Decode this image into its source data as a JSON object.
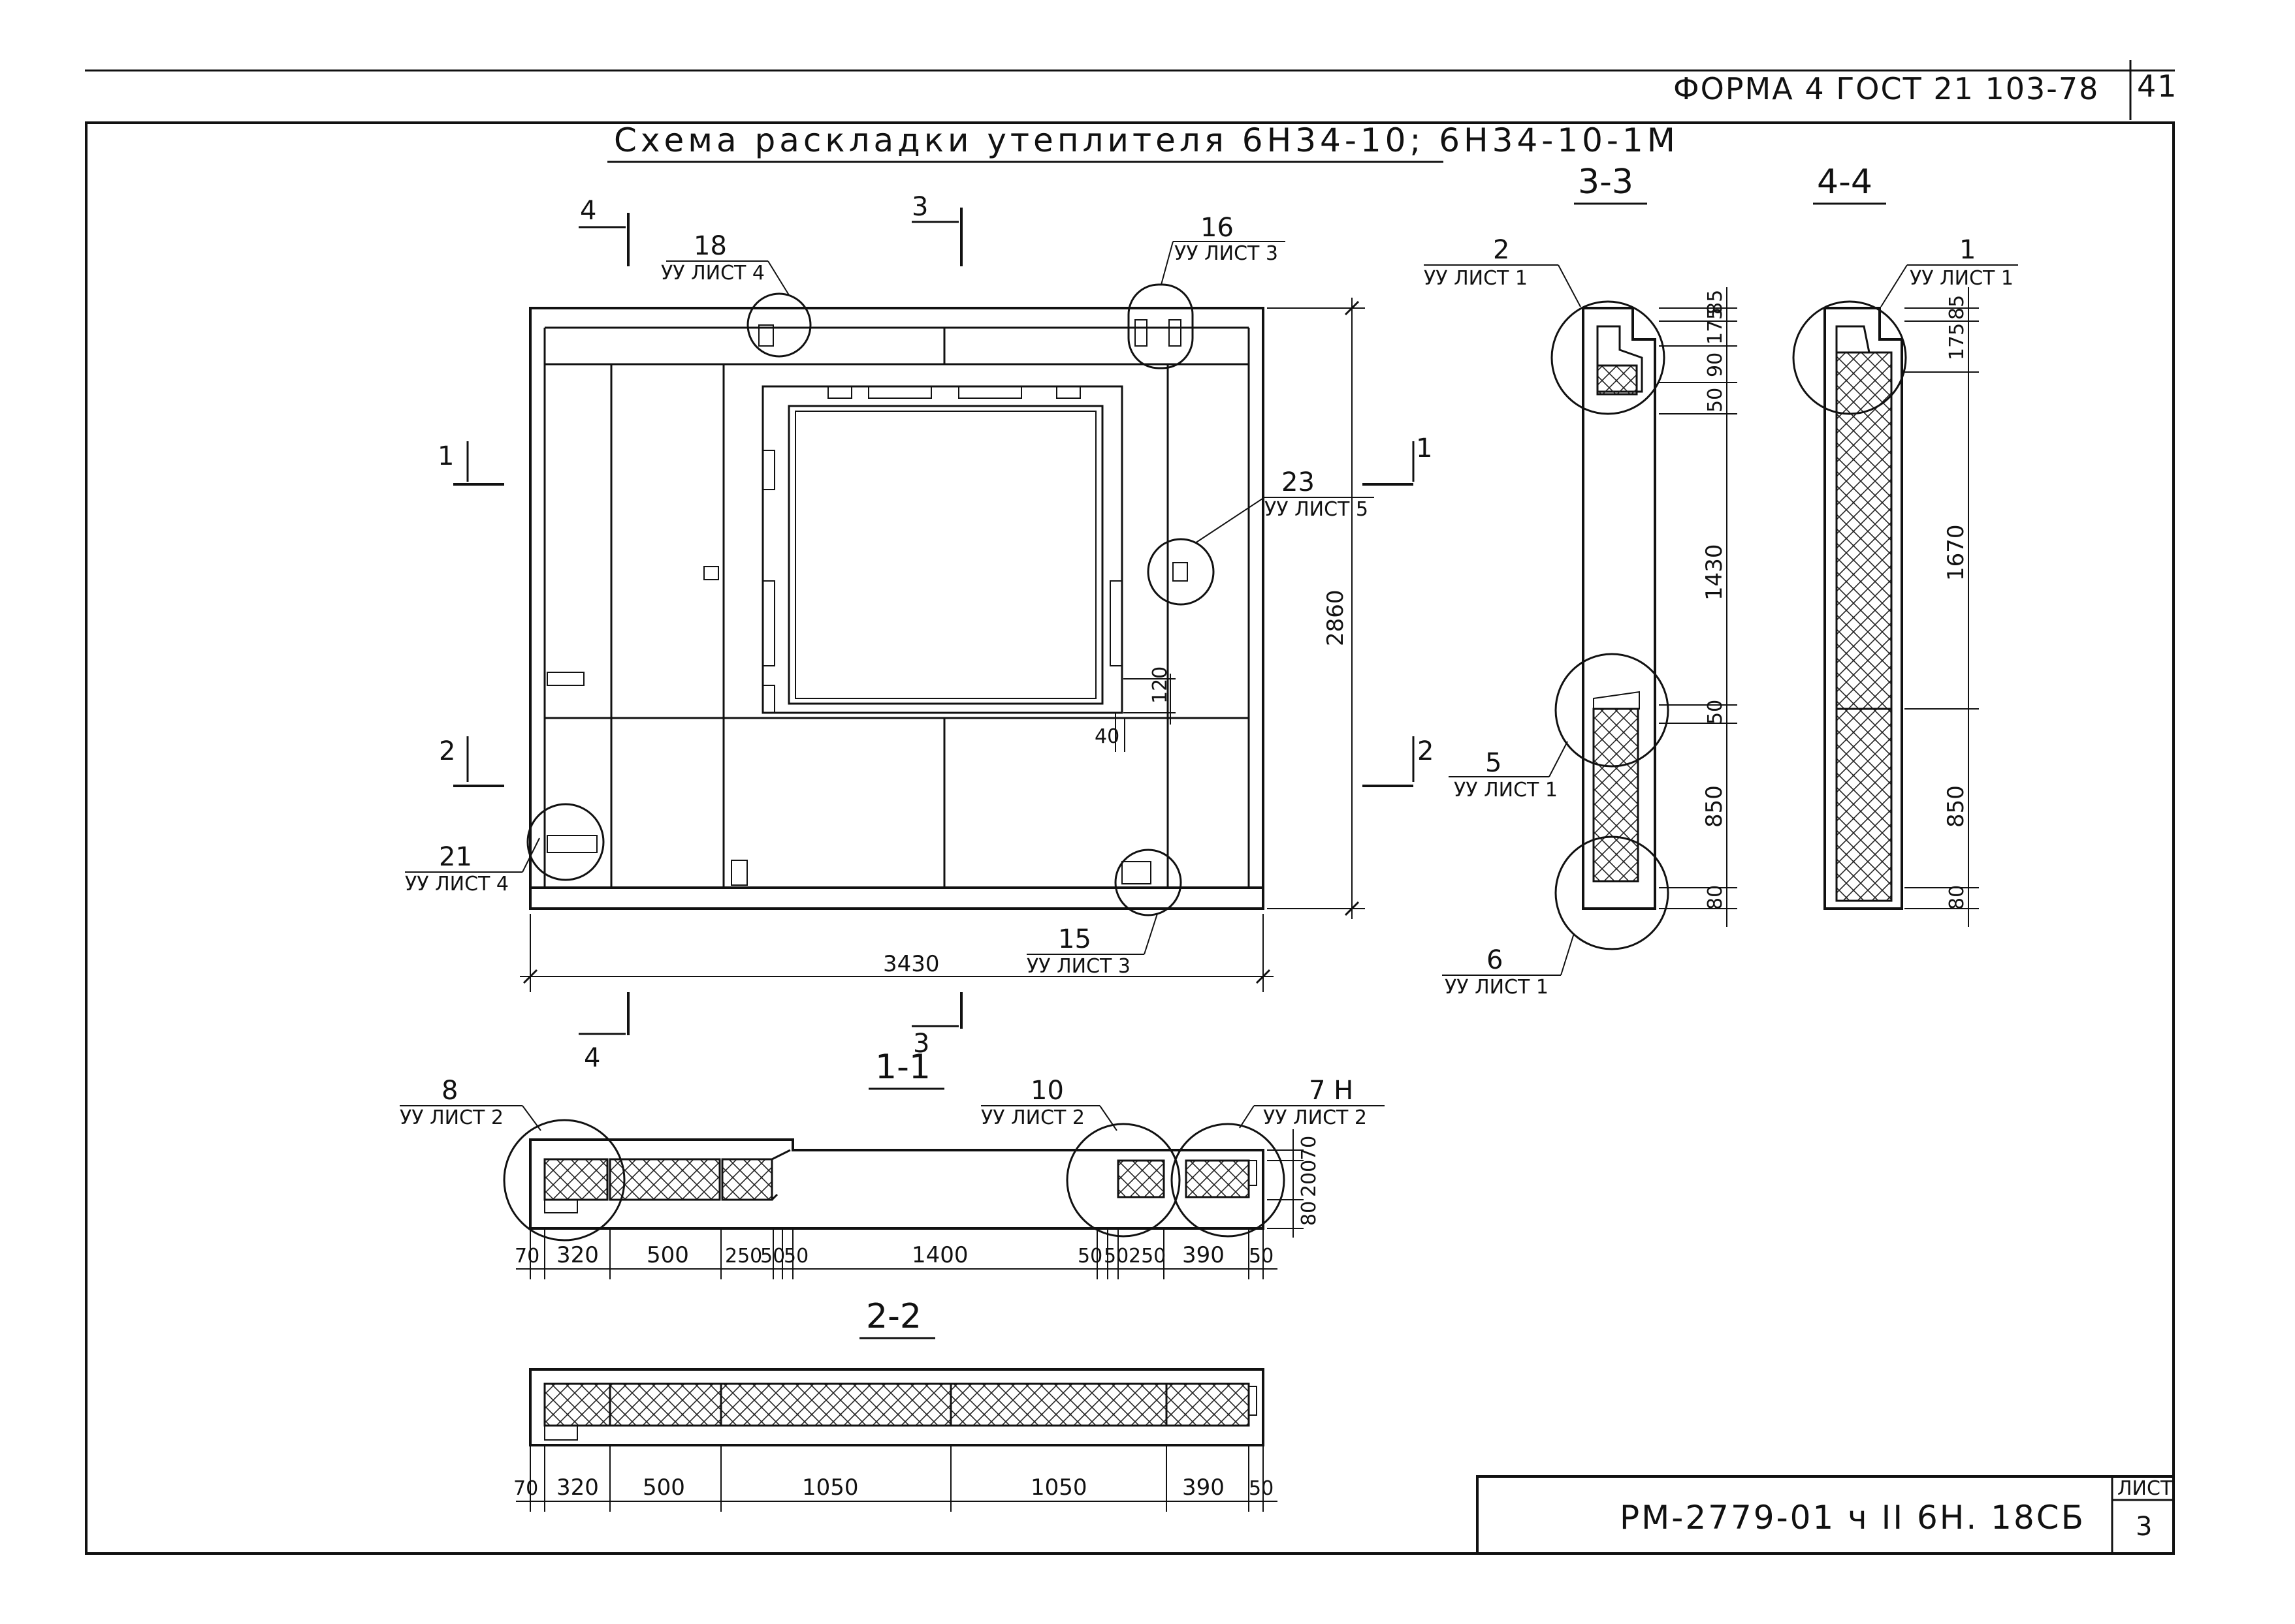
{
  "header": {
    "form_label": "ФОРМА 4 ГОСТ 21 103-78",
    "sheet_corner": "41"
  },
  "drawing": {
    "title": "Схема раскладки утеплителя 6Н34-10; 6Н34-10-1М",
    "section_views": {
      "s11": "1-1",
      "s22": "2-2",
      "s33": "3-3",
      "s44": "4-4"
    },
    "section_marks": {
      "m1": "1",
      "m2": "2",
      "m3": "3",
      "m4": "4"
    },
    "callouts": {
      "c18": {
        "num": "18",
        "ref": "УУ ЛИСТ 4"
      },
      "c16": {
        "num": "16",
        "ref": "УУ ЛИСТ 3"
      },
      "c23": {
        "num": "23",
        "ref": "УУ ЛИСТ 5"
      },
      "c21": {
        "num": "21",
        "ref": "УУ ЛИСТ 4"
      },
      "c15": {
        "num": "15",
        "ref": "УУ ЛИСТ 3"
      },
      "c2": {
        "num": "2",
        "ref": "УУ ЛИСТ 1"
      },
      "c5": {
        "num": "5",
        "ref": "УУ ЛИСТ 1"
      },
      "c6": {
        "num": "6",
        "ref": "УУ ЛИСТ 1"
      },
      "c1": {
        "num": "1",
        "ref": "УУ ЛИСТ 1"
      },
      "c8": {
        "num": "8",
        "ref": "УУ ЛИСТ 2"
      },
      "c10": {
        "num": "10",
        "ref": "УУ ЛИСТ 2"
      },
      "c7": {
        "num": "7 Н",
        "ref": "УУ ЛИСТ 2"
      }
    },
    "plan_dims": {
      "width": "3430",
      "height": "2860",
      "d120": "120",
      "d40": "40"
    },
    "s33_dims": [
      "85",
      "175",
      "90",
      "50",
      "1430",
      "50",
      "850",
      "80"
    ],
    "s44_dims": [
      "85",
      "175",
      "1670",
      "850",
      "80"
    ],
    "s11_dims_h": [
      "70",
      "320",
      "500",
      "250",
      "50",
      "50",
      "1400",
      "50",
      "50",
      "250",
      "390",
      "50"
    ],
    "s11_dims_v": [
      "70",
      "200",
      "80"
    ],
    "s22_dims_h": [
      "70",
      "320",
      "500",
      "1050",
      "1050",
      "390",
      "50"
    ]
  },
  "stamp": {
    "code": "РМ-2779-01 ч II 6Н. 18СБ",
    "sheet_label": "ЛИСТ",
    "sheet_no": "3"
  }
}
